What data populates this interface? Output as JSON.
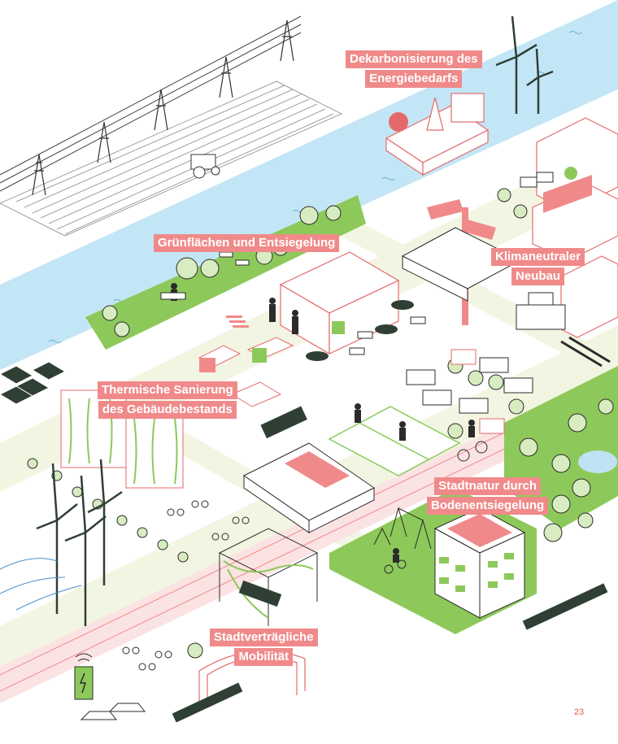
{
  "labels": {
    "decarbonisation": [
      "Dekarbonisierung des",
      "Energiebedarfs"
    ],
    "green_spaces": "Grünflächen und Entsiegelung",
    "climate_neutral": [
      "Klimaneutraler",
      "Neubau"
    ],
    "thermal": [
      "Thermische Sanierung",
      "des Gebäudebestands"
    ],
    "urban_nature": [
      "Stadtnatur durch",
      "Bodenentsiegelung"
    ],
    "mobility": [
      "Stadtverträgliche",
      "Mobilität"
    ]
  },
  "page_number": "23",
  "colors": {
    "label_bg": "#f08a8a",
    "label_text": "#ffffff",
    "river": "#bfe3f3",
    "green": "#8cc95a",
    "road": "#f3f5e3",
    "rail": "#f6c9c9",
    "outline": "#2b2b2b",
    "accent_red": "#e46a6a"
  }
}
